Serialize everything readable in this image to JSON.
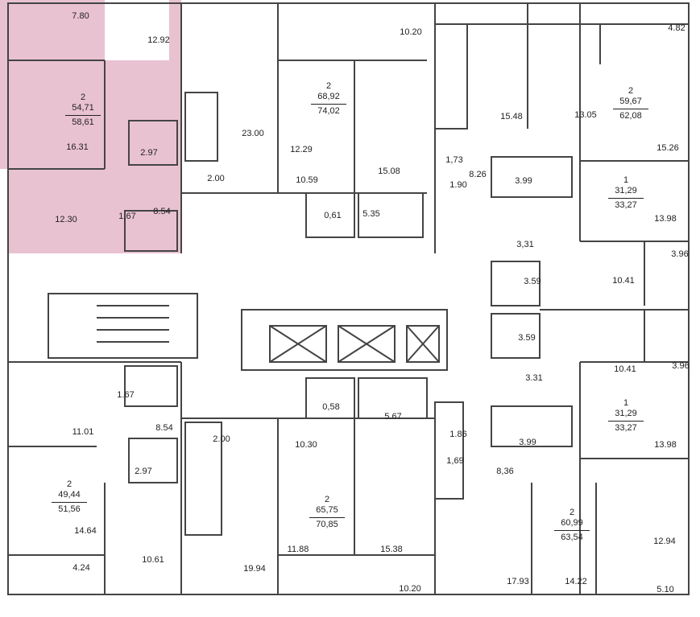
{
  "highlight_color": "#e9c2d2",
  "wall_color": "#444444",
  "rooms": {
    "r780": "7.80",
    "r1292": "12.92",
    "r1631": "16.31",
    "r297a": "2.97",
    "r1230": "12.30",
    "r167a": "1,67",
    "r854a": "8.54",
    "r2300": "23.00",
    "r200a": "2.00",
    "r1059": "10.59",
    "r1229": "12.29",
    "r061": "0,61",
    "r1020a": "10.20",
    "r1508": "15.08",
    "r535": "5.35",
    "r482": "4.82",
    "r1548": "15.48",
    "r1305": "13.05",
    "r1526": "15.26",
    "r173": "1,73",
    "r826": "8.26",
    "r190": "1.90",
    "r399a": "3.99",
    "r1398a": "13.98",
    "r331a": "3,31",
    "r359a": "3.59",
    "r1041a": "10.41",
    "r396a": "3.96",
    "r359b": "3.59",
    "r331b": "3.31",
    "r1041b": "10.41",
    "r396b": "3.96",
    "r1101": "11.01",
    "r167b": "1.67",
    "r854b": "8.54",
    "r297b": "2.97",
    "r058": "0,58",
    "r567": "5.67",
    "r200b": "2.00",
    "r1030": "10.30",
    "r186": "1.86",
    "r169": "1,69",
    "r836": "8,36",
    "r399b": "3.99",
    "r1398b": "13.98",
    "r1464": "14.64",
    "r424": "4.24",
    "r1061": "10.61",
    "r1994": "19.94",
    "r1188": "11.88",
    "r1538": "15.38",
    "r1020b": "10.20",
    "r1793": "17.93",
    "r1422": "14.22",
    "r1294": "12.94",
    "r510": "5.10"
  },
  "apartments": [
    {
      "rooms": "2",
      "living": "54,71",
      "total": "58,61"
    },
    {
      "rooms": "2",
      "living": "68,92",
      "total": "74,02"
    },
    {
      "rooms": "2",
      "living": "59,67",
      "total": "62,08"
    },
    {
      "rooms": "1",
      "living": "31,29",
      "total": "33,27"
    },
    {
      "rooms": "1",
      "living": "31,29",
      "total": "33,27"
    },
    {
      "rooms": "2",
      "living": "49,44",
      "total": "51,56"
    },
    {
      "rooms": "2",
      "living": "65,75",
      "total": "70,85"
    },
    {
      "rooms": "2",
      "living": "60,99",
      "total": "63,54"
    }
  ]
}
